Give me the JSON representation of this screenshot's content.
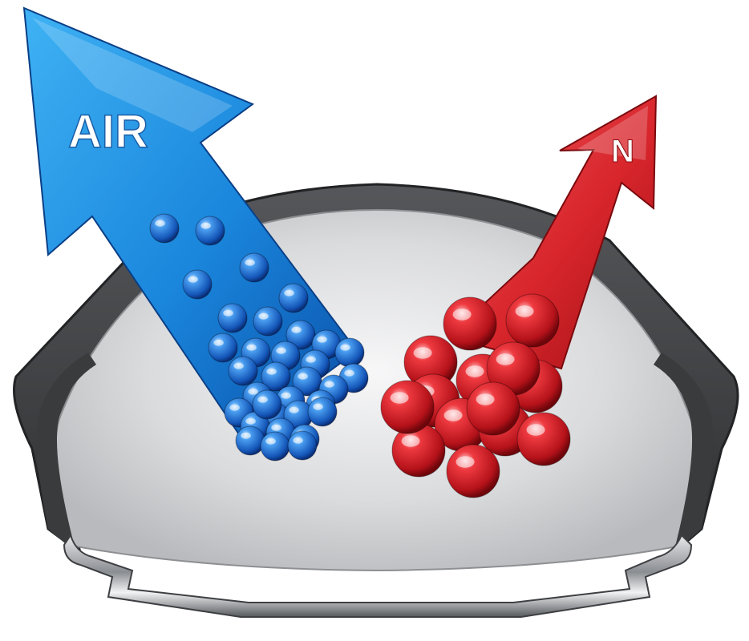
{
  "labels": {
    "air": "AIR",
    "nitrogen": "N"
  },
  "counts": {
    "air_molecules": 33,
    "nitrogen_molecules": 14
  },
  "colors": {
    "air_arrow": "#1a86dc",
    "air_arrow_dark": "#0b4fa8",
    "air_molecule": "#1f6fd0",
    "nitrogen_arrow": "#d8262c",
    "nitrogen_arrow_dark": "#9e0f14",
    "nitrogen_molecule": "#d01f27",
    "tire": "#4a4b4d",
    "tire_inner": "#d6d7d9",
    "rim": "#7d8084"
  }
}
